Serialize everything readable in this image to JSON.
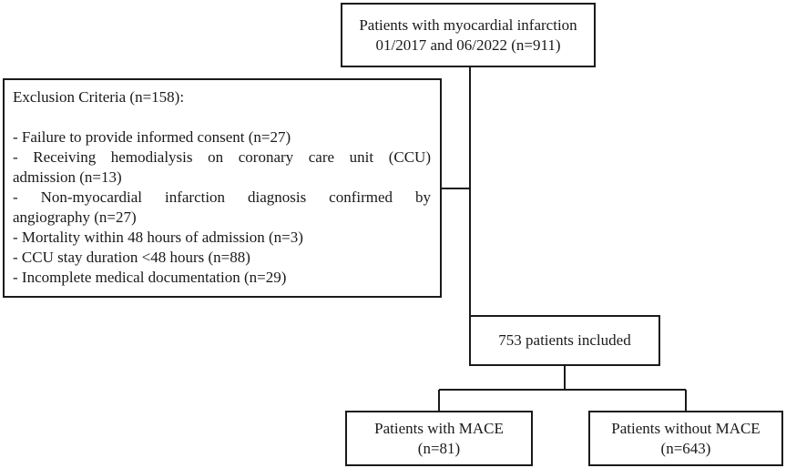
{
  "flowchart": {
    "source": {
      "line1": "Patients with myocardial infarction",
      "line2": "01/2017 and 06/2022 (n=911)"
    },
    "exclusion": {
      "title": "Exclusion Criteria (n=158):",
      "items": [
        "- Failure to provide informed consent (n=27)",
        "- Receiving hemodialysis on coronary care unit (CCU)",
        "admission (n=13)",
        "- Non-myocardial infarction diagnosis confirmed by",
        "angiography (n=27)",
        "- Mortality within 48 hours of admission (n=3)",
        "- CCU stay duration <48 hours (n=88)",
        "- Incomplete medical documentation (n=29)"
      ]
    },
    "included": {
      "label": "753 patients included"
    },
    "outcomes": {
      "with_mace": {
        "line1": "Patients with MACE",
        "line2": "(n=81)"
      },
      "without_mace": {
        "line1": "Patients without MACE",
        "line2": "(n=643)"
      }
    }
  }
}
